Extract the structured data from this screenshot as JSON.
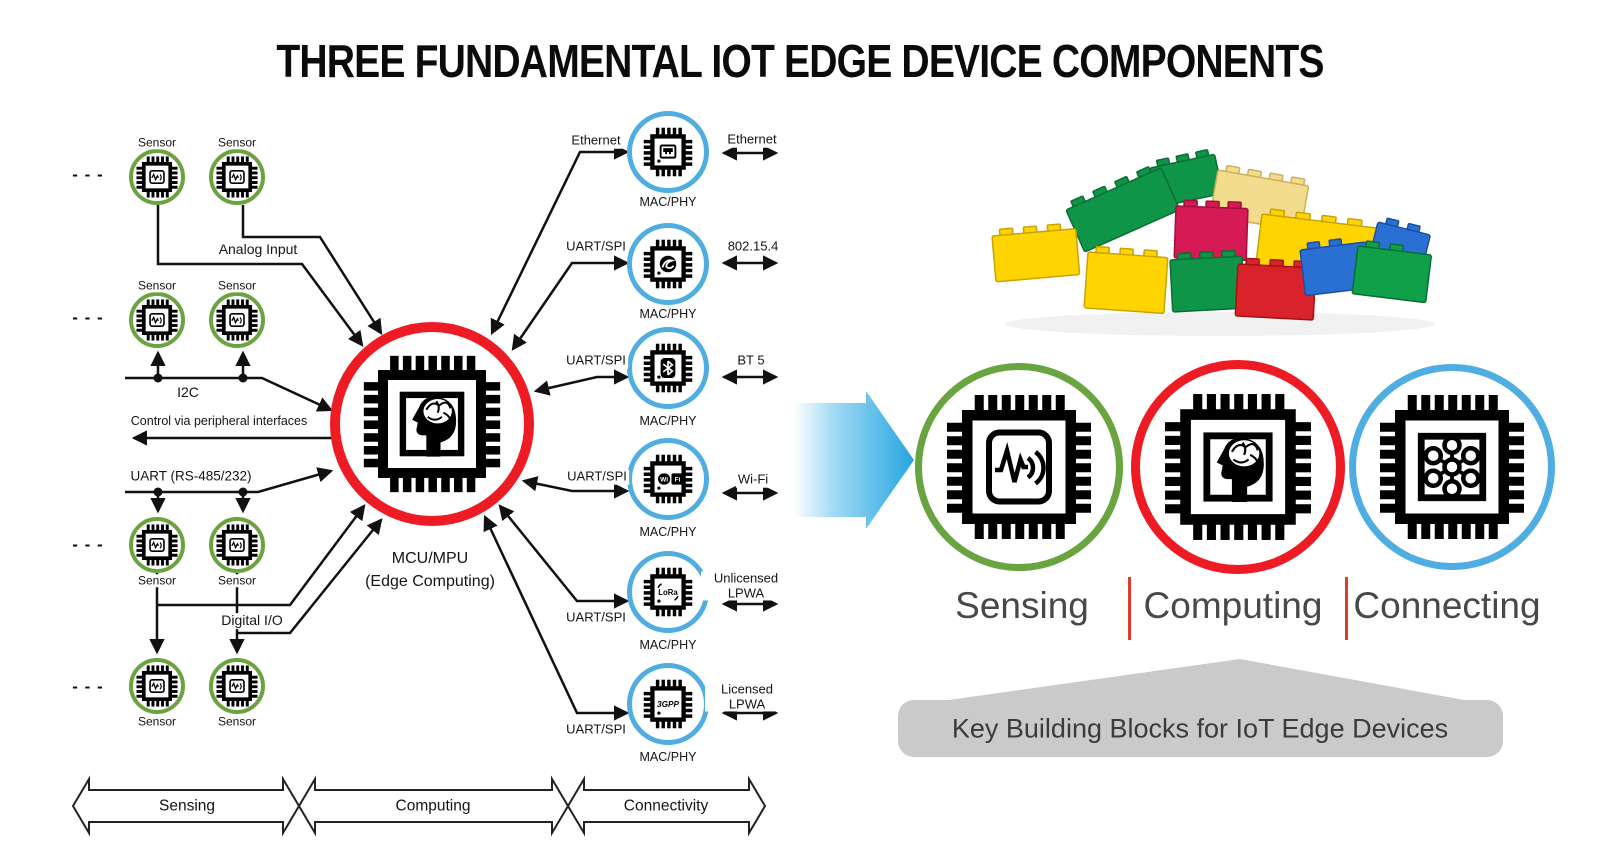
{
  "title": "THREE FUNDAMENTAL IOT EDGE DEVICE COMPONENTS",
  "diagram": {
    "sensor_label": "Sensor",
    "ellipsis": "- - -",
    "buses": {
      "analog_input": "Analog Input",
      "i2c": "I2C",
      "control": "Control via peripheral interfaces",
      "uart": "UART (RS-485/232)",
      "digital_io": "Digital I/O"
    },
    "mcu": {
      "name": "MCU/MPU",
      "subtitle": "(Edge Computing)"
    },
    "chips": [
      {
        "bus": "Ethernet",
        "protocol": "Ethernet",
        "chip": "MAC/PHY",
        "icon": "ethernet-port-icon"
      },
      {
        "bus": "UART/SPI",
        "protocol": "802.15.4",
        "chip": "MAC/PHY",
        "icon": "zigbee-icon"
      },
      {
        "bus": "UART/SPI",
        "protocol": "BT 5",
        "chip": "MAC/PHY",
        "icon": "bluetooth-icon"
      },
      {
        "bus": "UART/SPI",
        "protocol": "Wi-Fi",
        "chip": "MAC/PHY",
        "icon": "wifi-icon"
      },
      {
        "bus": "UART/SPI",
        "protocol": "Unlicensed LPWA",
        "chip": "MAC/PHY",
        "icon": "lora-icon"
      },
      {
        "bus": "UART/SPI",
        "protocol": "Licensed LPWA",
        "chip": "MAC/PHY",
        "icon": "3gpp-icon"
      }
    ],
    "bands": [
      "Sensing",
      "Computing",
      "Connectivity"
    ]
  },
  "summary": {
    "blocks": [
      {
        "label": "Sensing",
        "color": "#6aa440",
        "icon": "sensor-chip-icon"
      },
      {
        "label": "Computing",
        "color": "#ed1c24",
        "icon": "brain-chip-icon"
      },
      {
        "label": "Connecting",
        "color": "#4fade2",
        "icon": "network-chip-icon"
      }
    ],
    "banner": "Key Building Blocks for IoT Edge Devices"
  },
  "colors": {
    "sensor_ring": "#6aa440",
    "mcu_ring": "#ed1c24",
    "connectivity_ring": "#4fade2",
    "arrow_blue": "#29a9e1",
    "banner_bg": "#cacaca",
    "banner_text": "#3a3b3d",
    "label_gray": "#47484a",
    "wire": "#111111"
  }
}
